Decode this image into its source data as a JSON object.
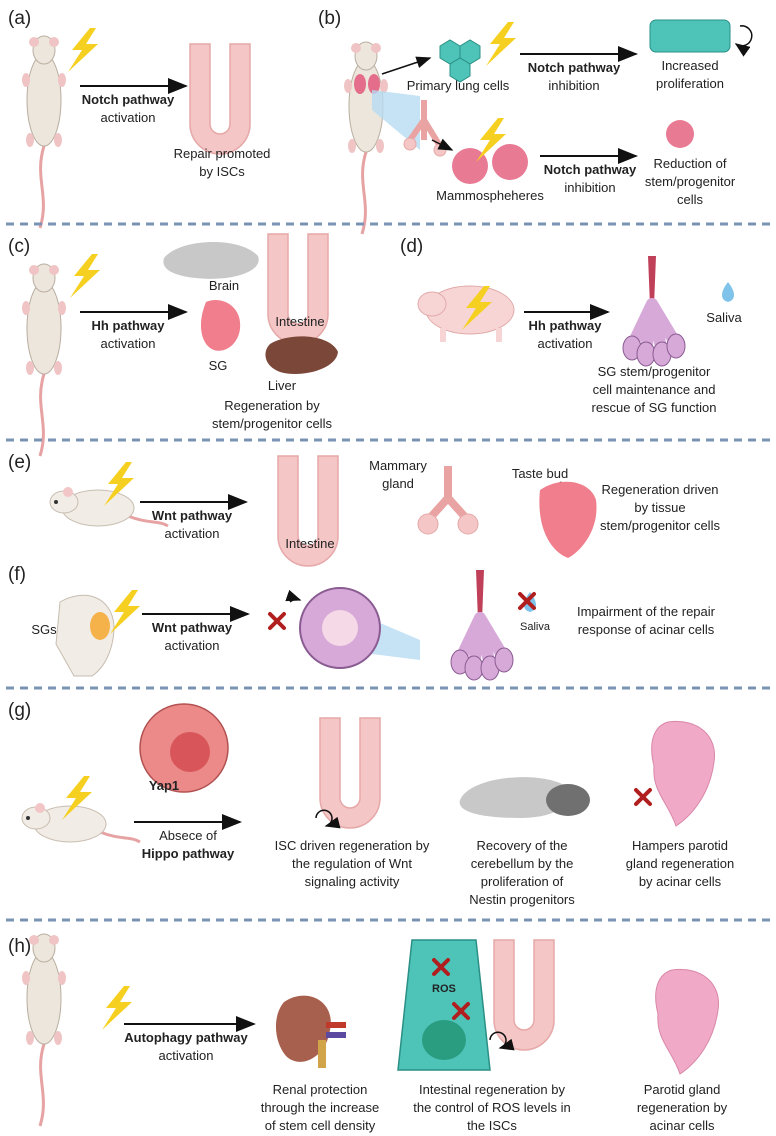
{
  "panels": {
    "a": {
      "label": "(a)",
      "pathway": "Notch pathway",
      "effect": "activation",
      "outcome": [
        "Repair promoted",
        "by ISCs"
      ]
    },
    "b": {
      "label": "(b)",
      "lung_cells": "Primary lung cells",
      "pathway_1": "Notch pathway",
      "effect_1": "inhibition",
      "outcome_1": [
        "Increased",
        "proliferation"
      ],
      "mammospheres": "Mammospheheres",
      "pathway_2": "Notch pathway",
      "effect_2": "inhibition",
      "outcome_2": [
        "Reduction of",
        "stem/progenitor",
        "cells"
      ]
    },
    "c": {
      "label": "(c)",
      "pathway": "Hh pathway",
      "effect": "activation",
      "brain": "Brain",
      "intestine": "Intestine",
      "sg": "SG",
      "liver": "Liver",
      "outcome": [
        "Regeneration by",
        "stem/progenitor cells"
      ]
    },
    "d": {
      "label": "(d)",
      "pathway": "Hh pathway",
      "effect": "activation",
      "saliva": "Saliva",
      "outcome": [
        "SG stem/progenitor",
        "cell maintenance and",
        "rescue of SG function"
      ]
    },
    "e": {
      "label": "(e)",
      "pathway": "Wnt pathway",
      "effect": "activation",
      "intestine": "Intestine",
      "mammary": [
        "Mammary",
        "gland"
      ],
      "taste_bud": "Taste bud",
      "outcome": [
        "Regeneration driven",
        "by tissue",
        "stem/progenitor cells"
      ]
    },
    "f": {
      "label": "(f)",
      "sgs": "SGs",
      "pathway": "Wnt pathway",
      "effect": "activation",
      "saliva": "Saliva",
      "outcome": [
        "Impairment of the repair",
        "response of acinar cells"
      ]
    },
    "g": {
      "label": "(g)",
      "yap": "Yap1",
      "absence": "Absece of",
      "pathway": "Hippo pathway",
      "outcome_1": [
        "ISC driven regeneration by",
        "the regulation of Wnt",
        "signaling activity"
      ],
      "outcome_2": [
        "Recovery of the",
        "cerebellum by the",
        "proliferation of",
        "Nestin progenitors"
      ],
      "outcome_3": [
        "Hampers parotid",
        "gland regeneration",
        "by acinar cells"
      ]
    },
    "h": {
      "label": "(h)",
      "pathway": "Autophagy pathway",
      "effect": "activation",
      "ros": "ROS",
      "outcome_1": [
        "Renal protection",
        "through the increase",
        "of stem cell density"
      ],
      "outcome_2": [
        "Intestinal regeneration by",
        "the control of ROS levels in",
        "the ISCs"
      ],
      "outcome_3": [
        "Parotid gland",
        "regeneration by",
        "acinar cells"
      ]
    }
  },
  "colors": {
    "divider": "#7a93b5",
    "mouse": "#ede6dc",
    "tail": "#e7a3a3",
    "intestine": "#f4c6c6",
    "bolt": "#f6d020",
    "lung_cell": "#4ec4b8",
    "organ_gray": "#c8c8c8",
    "liver": "#7b4738",
    "salivary": "#d7a9d9",
    "blue_fan": "#b7dcf2",
    "red_x": "#b01e1e"
  }
}
